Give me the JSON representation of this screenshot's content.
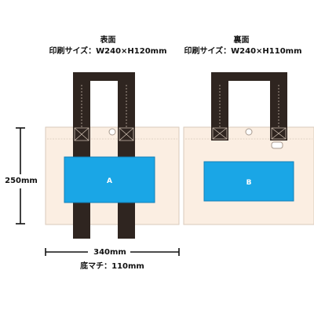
{
  "front": {
    "title": "表面",
    "print_size": "印刷サイズ：W240×H120mm",
    "area_label": "A"
  },
  "back": {
    "title": "裏面",
    "print_size": "印刷サイズ：W240×H110mm",
    "area_label": "B"
  },
  "dimensions": {
    "height": "250mm",
    "width": "340mm",
    "gusset": "底マチ：110mm"
  },
  "colors": {
    "bag_body": "#fbeee2",
    "bag_outline": "#d9c9bb",
    "handle": "#2f2520",
    "print_area": "#1aa6e6",
    "print_outline": "#1380b8"
  }
}
